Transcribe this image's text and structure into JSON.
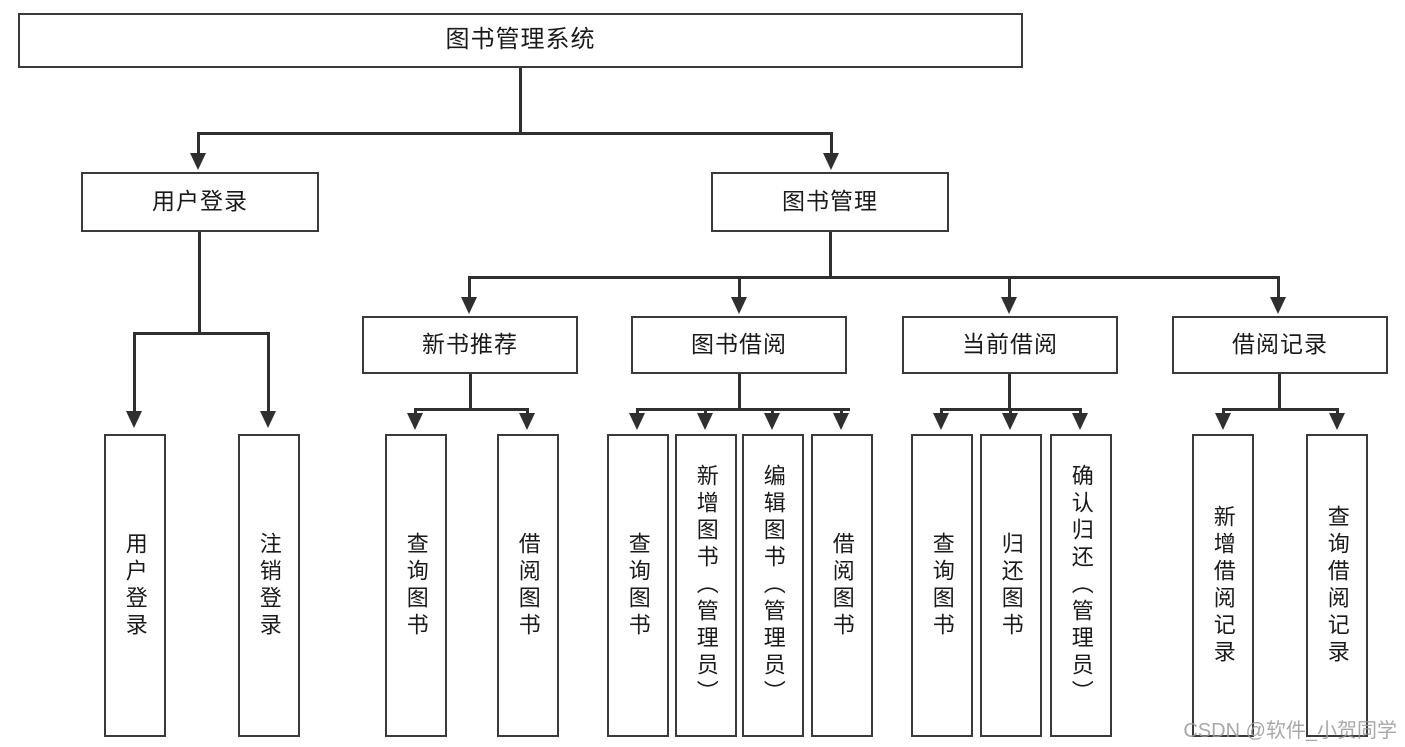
{
  "diagram": {
    "title": "图书管理系统",
    "watermark": "CSDN @软件_小贺同学",
    "colors": {
      "box_border": "#3a3a3a",
      "line": "#2f2f2f",
      "background": "#ffffff",
      "text": "#1a1a1a",
      "watermark": "#9a9a9a"
    },
    "root": {
      "label": "图书管理系统"
    },
    "level2": [
      {
        "label": "用户登录"
      },
      {
        "label": "图书管理"
      }
    ],
    "level3": [
      {
        "label": "新书推荐"
      },
      {
        "label": "图书借阅"
      },
      {
        "label": "当前借阅"
      },
      {
        "label": "借阅记录"
      }
    ],
    "leaves": {
      "user_login": [
        {
          "label": "用户登录"
        },
        {
          "label": "注销登录"
        }
      ],
      "new_book": [
        {
          "label": "查询图书"
        },
        {
          "label": "借阅图书"
        }
      ],
      "borrow_book": [
        {
          "label": "查询图书"
        },
        {
          "label": "新增图书（管理员）"
        },
        {
          "label": "编辑图书（管理员）"
        },
        {
          "label": "借阅图书"
        }
      ],
      "current_borrow": [
        {
          "label": "查询图书"
        },
        {
          "label": "归还图书"
        },
        {
          "label": "确认归还（管理员）"
        }
      ],
      "borrow_record": [
        {
          "label": "新增借阅记录"
        },
        {
          "label": "查询借阅记录"
        }
      ]
    }
  }
}
